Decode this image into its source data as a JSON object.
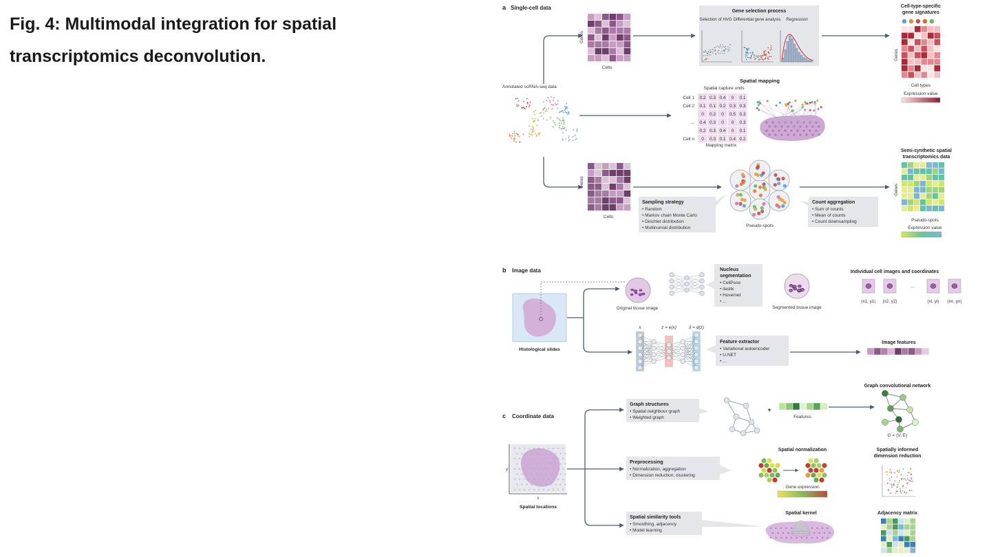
{
  "caption": "Fig. 4: Multimodal integration for spatial transcriptomics deconvolution.",
  "colors": {
    "matrix": [
      "#6e3f6b",
      "#8c5a88",
      "#a97aa4",
      "#c69ec1",
      "#dcc0d8"
    ],
    "signature": [
      "#a82b37",
      "#c9515b",
      "#e08a8f",
      "#f2c0c2",
      "#fbe3e4"
    ],
    "synthetic": [
      "#d3e66b",
      "#9fd37d",
      "#63c3a6",
      "#7ab6d6",
      "#e6ec92"
    ],
    "box": "#e5e6ea",
    "tissue": "#d6b6dc"
  },
  "panel_a": {
    "letter": "a",
    "title": "Single-cell data",
    "genes": "Genes",
    "cells": "Cells",
    "annotated": "Annotated scRNA-seq data",
    "gene_selection": {
      "title": "Gene selection process",
      "steps": [
        "Selection of HVG",
        "Differential gene analysis",
        "Regression"
      ]
    },
    "signatures": {
      "title": [
        "Cell-type-specific",
        "gene signatures"
      ],
      "genes": "Genes",
      "cell_types": "Cell types",
      "expression": "Expression value"
    },
    "spatial_mapping": {
      "title": "Spatial mapping",
      "subtitle": "Spatial capture units",
      "row_labels": [
        "Cell 1",
        "Cell 2",
        "",
        "...",
        "",
        "Cell n"
      ],
      "rows": [
        [
          "0.2",
          "0.3",
          "0.4",
          "0",
          "0.1"
        ],
        [
          "0.1",
          "0.1",
          "0.2",
          "0.3",
          "0.3"
        ],
        [
          "0",
          "0.2",
          "0",
          "0.5",
          "0.3"
        ],
        [
          "0.4",
          "0.3",
          "0",
          "0",
          "0.3"
        ],
        [
          "0.2",
          "0.3",
          "0.4",
          "0",
          "0.1"
        ],
        [
          "0",
          "0.3",
          "0.1",
          "0.4",
          "0.2"
        ]
      ],
      "matrix_label": "Mapping matrix"
    },
    "sampling": {
      "title": "Sampling strategy",
      "items": [
        "Random",
        "Markov chain Monte Carlo",
        "Dirichlet distribution",
        "Multinomial distribution"
      ]
    },
    "pseudo_spots": "Pseudo-spots",
    "aggregation": {
      "title": "Count aggregation",
      "items": [
        "Sum of counts",
        "Mean of counts",
        "Count downsampling"
      ]
    },
    "synthetic": {
      "title": [
        "Semi-synthetic spatial",
        "transcriptomics data"
      ],
      "genes": "Genes",
      "spots": "Pseudo-spots",
      "expression": "Expression value"
    }
  },
  "panel_b": {
    "letter": "b",
    "title": "Image data",
    "slides": "Histological slides",
    "original": "Original tissue image",
    "segmentation": {
      "title": [
        "Nucleus",
        "segmentation"
      ],
      "items": [
        "CellPose",
        "ilastik",
        "Hovernet",
        "..."
      ]
    },
    "segmented": "Segmented tissue image",
    "individual": "Individual cell images and coordinates",
    "coords": [
      "(x1, y1)",
      "(x2, y2)",
      "...",
      "(xi, yi)",
      "(xn, yn)"
    ],
    "ae_labels": [
      "x",
      "z = e(x)",
      "x̂ = d(z)"
    ],
    "feature": {
      "title": "Feature extractor",
      "items": [
        "Variational autoencoder",
        "U-NET",
        "..."
      ]
    },
    "image_features": "Image features"
  },
  "panel_c": {
    "letter": "c",
    "title": "Coordinate data",
    "axis_x": "x",
    "axis_y": "y",
    "locations": "Spatial locations",
    "graph": {
      "title": "Graph structures",
      "items": [
        "Spatial neighbour graph",
        "Weighted graph"
      ]
    },
    "plus": "+",
    "features": "Features",
    "gcn": "Graph convolutional network",
    "gcn_formula": "G = (V, E)",
    "preprocessing": {
      "title": "Preprocessing",
      "items": [
        "Normalization, aggregation",
        "Dimension reduction, clustering"
      ]
    },
    "normalization": "Spatial normalization",
    "gene_expression": "Gene expression",
    "dimred": [
      "Spatially informed",
      "dimension reduction"
    ],
    "similarity": {
      "title": "Spatial similarity tools",
      "items": [
        "Smoothing, adjacency",
        "Model learning"
      ]
    },
    "kernel": "Spatial kernel",
    "adjacency": "Adjacency matrix"
  }
}
